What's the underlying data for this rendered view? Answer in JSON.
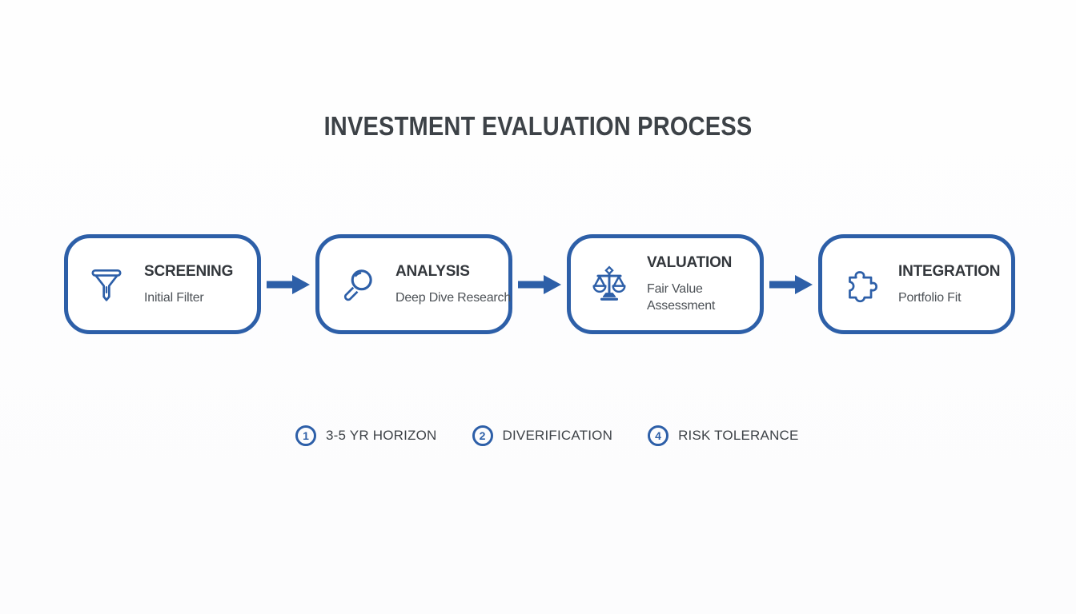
{
  "title": "INVESTMENT EVALUATION PROCESS",
  "accent_color": "#2d5fa8",
  "stages": [
    {
      "name": "SCREENING",
      "subtitle": "Initial Filter",
      "icon": "funnel-icon"
    },
    {
      "name": "ANALYSIS",
      "subtitle": "Deep Dive Research",
      "icon": "magnifier-icon"
    },
    {
      "name": "VALUATION",
      "subtitle": "Fair Value Assessment",
      "icon": "scales-icon"
    },
    {
      "name": "INTEGRATION",
      "subtitle": "Portfolio Fit",
      "icon": "puzzle-icon"
    }
  ],
  "legend": [
    {
      "number": "1",
      "label": "3-5 YR HORIZON"
    },
    {
      "number": "2",
      "label": "DIVERIFICATION"
    },
    {
      "number": "4",
      "label": "RISK TOLERANCE"
    }
  ]
}
